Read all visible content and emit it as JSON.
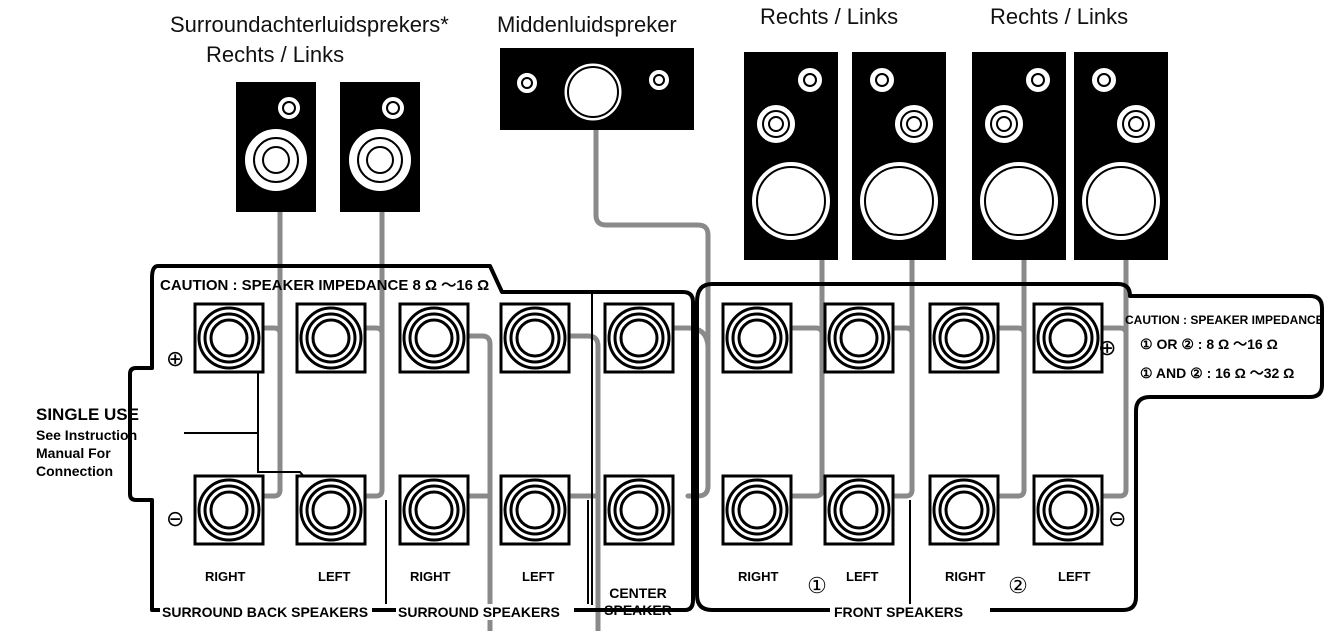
{
  "speaker_labels": {
    "surround_back_title": "Surroundachterluidsprekers*",
    "surround_back_sides": "Rechts  /  Links",
    "center_title": "Middenluidspreker",
    "front1_sides": "Rechts  /  Links",
    "front2_sides": "Rechts  /  Links"
  },
  "panel": {
    "caution_left": "CAUTION : SPEAKER  IMPEDANCE 8 Ω ～16 Ω",
    "caution_right_title": "CAUTION : SPEAKER  IMPEDANCE",
    "caution_right_line1": "① OR ② :  8 Ω ～16 Ω",
    "caution_right_line2": "① AND ② : 16 Ω ～32 Ω",
    "single_use_title": "SINGLE USE",
    "single_use_lines": [
      "See Instruction",
      "Manual For",
      "Connection"
    ],
    "plus_symbol": "⊕",
    "minus_symbol": "⊖",
    "terminal_labels": [
      "RIGHT",
      "LEFT",
      "RIGHT",
      "LEFT",
      "RIGHT",
      "①",
      "LEFT",
      "RIGHT",
      "②",
      "LEFT"
    ],
    "center_label_line1": "CENTER",
    "center_label_line2": "SPEAKER",
    "group_labels": {
      "surround_back": "SURROUND BACK SPEAKERS",
      "surround": "SURROUND SPEAKERS",
      "front": "FRONT SPEAKERS"
    }
  }
}
